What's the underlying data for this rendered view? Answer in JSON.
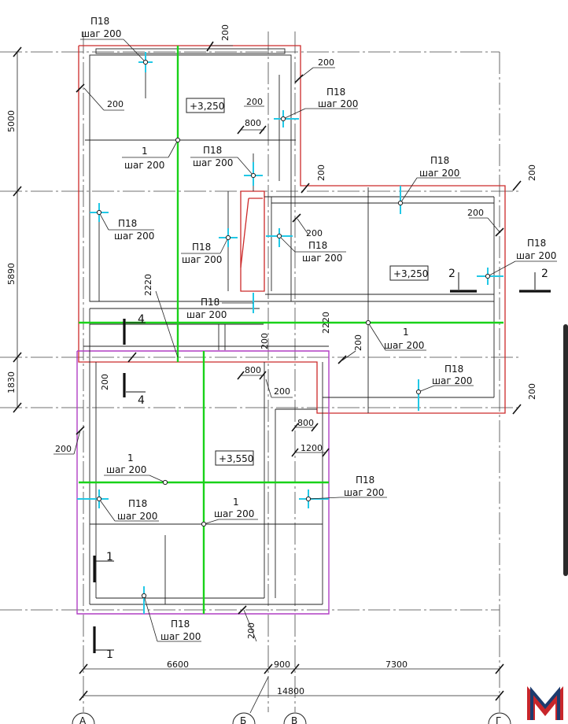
{
  "rebar_label": "П18",
  "rebar_pitch": "шаг 200",
  "reinf_1": "1",
  "dims_small": {
    "d200": "200",
    "d800": "800",
    "d1200": "1200",
    "d2220": "2220"
  },
  "dims_left": [
    "5000",
    "5890",
    "1830"
  ],
  "dims_bottom": [
    "6600",
    "900",
    "7300"
  ],
  "dims_total": "14800",
  "levels": [
    "+3,250",
    "+3,250",
    "+3,550"
  ],
  "sections": [
    "1",
    "1",
    "2",
    "2",
    "4",
    "4"
  ],
  "axes": [
    "А",
    "Б",
    "В",
    "Г"
  ],
  "colors": {
    "green": "#19d219",
    "cyan": "#22c8e6",
    "red": "#cc2a2a",
    "magenta": "#b13fc4",
    "line": "#222222"
  },
  "logo": "M"
}
